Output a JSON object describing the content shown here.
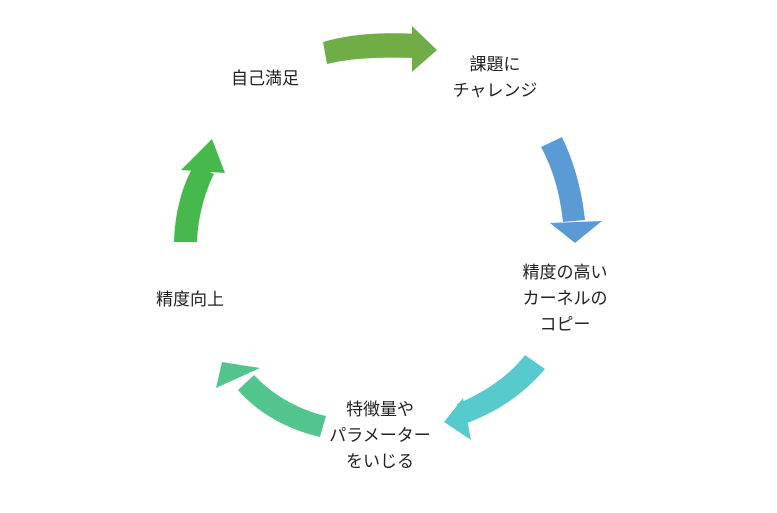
{
  "cycle": {
    "steps": [
      {
        "lines": [
          "自己満足"
        ]
      },
      {
        "lines": [
          "課題に",
          "チャレンジ"
        ]
      },
      {
        "lines": [
          "精度の高い",
          "カーネルの",
          "コピー"
        ]
      },
      {
        "lines": [
          "特徴量や",
          "パラメーター",
          "をいじる"
        ]
      },
      {
        "lines": [
          "精度向上"
        ]
      }
    ],
    "arrow_colors": [
      "#70ad47",
      "#5b9bd5",
      "#56cacc",
      "#52c58e",
      "#47b84c"
    ]
  }
}
